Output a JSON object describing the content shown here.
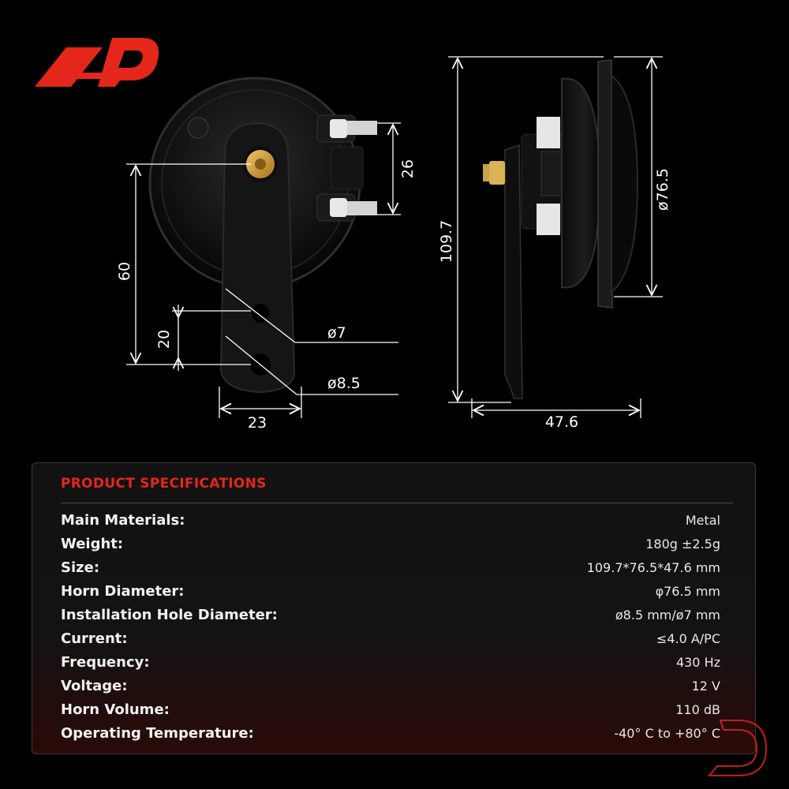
{
  "brand": {
    "accent_color": "#e4271a"
  },
  "diagram": {
    "front_view": {
      "dim_26": "26",
      "dim_60": "60",
      "dim_20": "20",
      "dim_23": "23",
      "hole_small": "ø7",
      "hole_large": "ø8.5"
    },
    "side_view": {
      "dim_height": "109.7",
      "dim_diameter": "ø76.5",
      "dim_depth": "47.6"
    }
  },
  "specs": {
    "title": "PRODUCT SPECIFICATIONS",
    "rows": [
      {
        "label": "Main Materials:",
        "value": "Metal"
      },
      {
        "label": "Weight:",
        "value": "180g ±2.5g"
      },
      {
        "label": "Size:",
        "value": "109.7*76.5*47.6 mm"
      },
      {
        "label": "Horn Diameter:",
        "value": "φ76.5 mm"
      },
      {
        "label": "Installation Hole Diameter:",
        "value": "ø8.5 mm/ø7 mm"
      },
      {
        "label": "Current:",
        "value": "≤4.0 A/PC"
      },
      {
        "label": "Frequency:",
        "value": "430 Hz"
      },
      {
        "label": "Voltage:",
        "value": "12 V"
      },
      {
        "label": "Horn Volume:",
        "value": "110 dB"
      },
      {
        "label": "Operating Temperature:",
        "value": "-40° C to +80° C"
      }
    ]
  }
}
